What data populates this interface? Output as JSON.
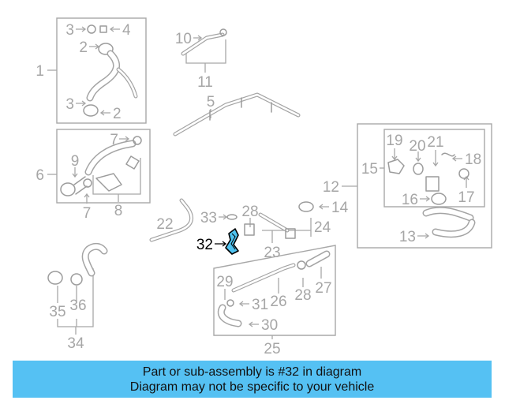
{
  "diagram": {
    "callouts": [
      {
        "key": "c1",
        "text": "1"
      },
      {
        "key": "c2a",
        "text": "2"
      },
      {
        "key": "c2b",
        "text": "2"
      },
      {
        "key": "c3a",
        "text": "3"
      },
      {
        "key": "c3b",
        "text": "3"
      },
      {
        "key": "c4",
        "text": "4"
      },
      {
        "key": "c5",
        "text": "5"
      },
      {
        "key": "c6",
        "text": "6"
      },
      {
        "key": "c7a",
        "text": "7"
      },
      {
        "key": "c7b",
        "text": "7"
      },
      {
        "key": "c8",
        "text": "8"
      },
      {
        "key": "c9",
        "text": "9"
      },
      {
        "key": "c10",
        "text": "10"
      },
      {
        "key": "c11",
        "text": "11"
      },
      {
        "key": "c12",
        "text": "12"
      },
      {
        "key": "c13",
        "text": "13"
      },
      {
        "key": "c14",
        "text": "14"
      },
      {
        "key": "c15",
        "text": "15"
      },
      {
        "key": "c16",
        "text": "16"
      },
      {
        "key": "c17",
        "text": "17"
      },
      {
        "key": "c18",
        "text": "18"
      },
      {
        "key": "c19",
        "text": "19"
      },
      {
        "key": "c20",
        "text": "20"
      },
      {
        "key": "c21",
        "text": "21"
      },
      {
        "key": "c22",
        "text": "22"
      },
      {
        "key": "c23",
        "text": "23"
      },
      {
        "key": "c24",
        "text": "24"
      },
      {
        "key": "c25",
        "text": "25"
      },
      {
        "key": "c26",
        "text": "26"
      },
      {
        "key": "c27",
        "text": "27"
      },
      {
        "key": "c28a",
        "text": "28"
      },
      {
        "key": "c28b",
        "text": "28"
      },
      {
        "key": "c29",
        "text": "29"
      },
      {
        "key": "c30",
        "text": "30"
      },
      {
        "key": "c31",
        "text": "31"
      },
      {
        "key": "c32",
        "text": "32",
        "highlighted": true
      },
      {
        "key": "c33",
        "text": "33"
      },
      {
        "key": "c34",
        "text": "34"
      },
      {
        "key": "c35",
        "text": "35"
      },
      {
        "key": "c36",
        "text": "36"
      }
    ],
    "colors": {
      "line": "#a8a8a8",
      "highlight_part": "#4fc3f0",
      "highlight_text": "#000000",
      "banner": "#55c1f3"
    }
  },
  "banner": {
    "line1": "Part or sub-assembly is #32 in diagram",
    "line2": "Diagram may not be specific to your vehicle"
  }
}
